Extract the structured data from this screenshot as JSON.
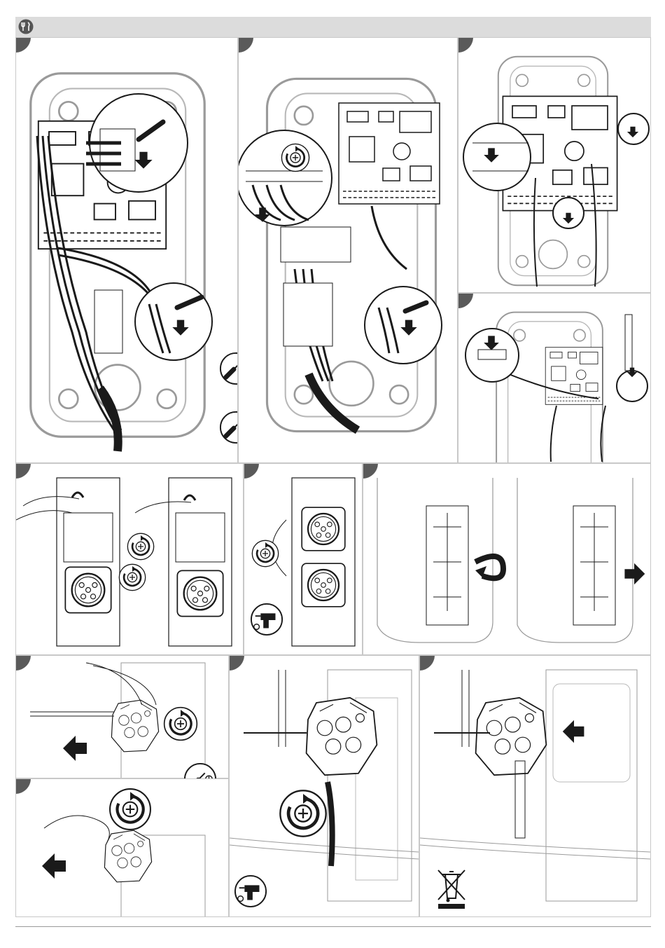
{
  "header": {
    "icon": "tools-icon"
  },
  "panels": [
    {
      "id": "p1",
      "icons": [
        "wiring-closeup",
        "flathead-screwdriver-icon",
        "phillips-screwdriver-icon",
        "down-arrow-icon"
      ]
    },
    {
      "id": "p2",
      "icons": [
        "wiring-closeup",
        "rotate-icon",
        "down-arrow-icon"
      ]
    },
    {
      "id": "p3",
      "icons": [
        "connector-unplug",
        "down-arrow-icon"
      ]
    },
    {
      "id": "p4",
      "icons": [
        "connector-unplug",
        "down-arrow-icon"
      ]
    },
    {
      "id": "p5",
      "icons": [
        "socket-unscrew",
        "rotate-icon"
      ]
    },
    {
      "id": "p6",
      "icons": [
        "socket-unscrew",
        "drill-icon"
      ]
    },
    {
      "id": "p7",
      "icons": [
        "module-rotate",
        "curved-arrow-icon",
        "right-arrow-icon"
      ]
    },
    {
      "id": "p8",
      "icons": [
        "module-pull",
        "rotate-icon",
        "left-arrow-icon",
        "phillips-screwdriver-icon"
      ]
    },
    {
      "id": "p9",
      "icons": [
        "module-pull",
        "rotate-icon",
        "left-arrow-icon"
      ]
    },
    {
      "id": "p10",
      "icons": [
        "module-unscrew",
        "rotate-icon",
        "drill-icon"
      ]
    },
    {
      "id": "p11",
      "icons": [
        "module-remove",
        "left-arrow-icon",
        "weee-recycle-icon"
      ]
    }
  ],
  "colors": {
    "line": "#1a1a1a",
    "panel_border": "#c8c8c8",
    "header_bg": "#dcdcdc",
    "tab": "#555555"
  }
}
